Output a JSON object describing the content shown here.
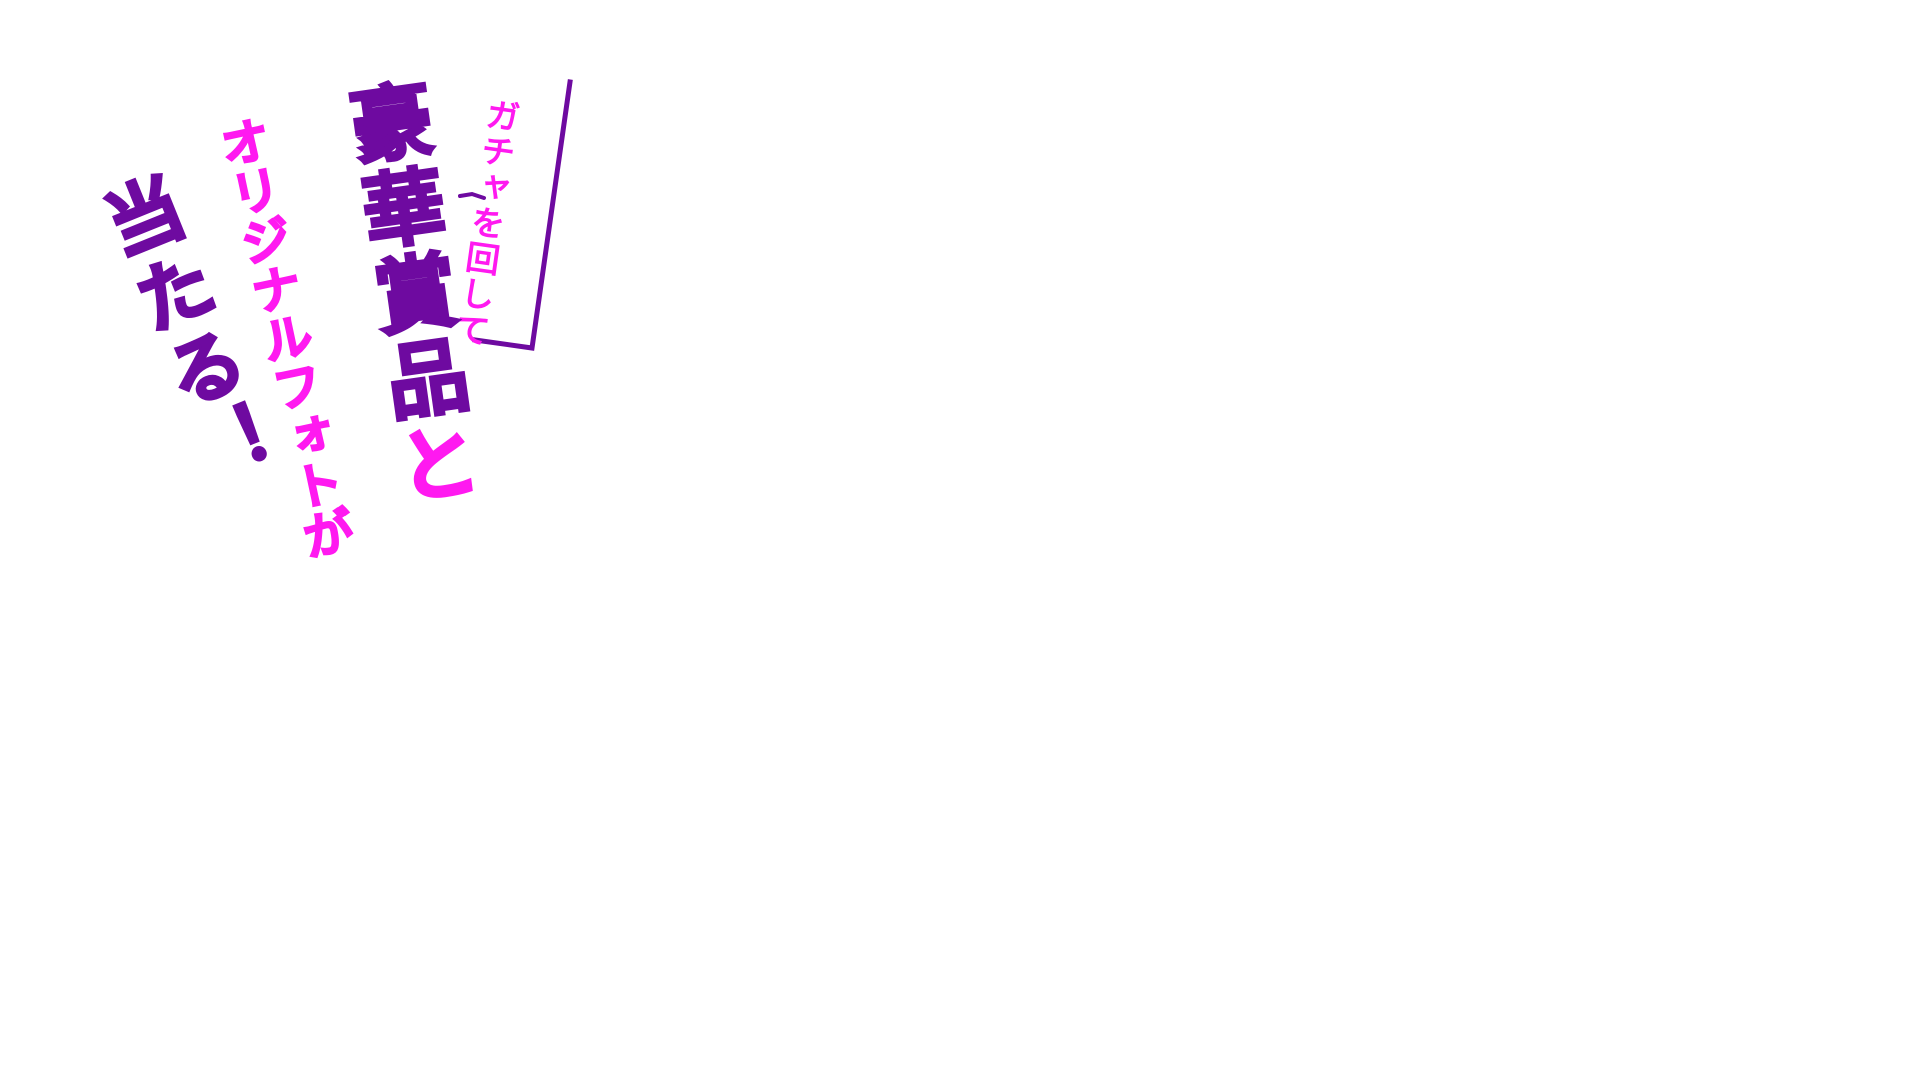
{
  "headline": {
    "line1": "ガチャを回して",
    "line2_main": "豪華賞品",
    "line2_particle": "と",
    "line3_main": "オリジナルフォト",
    "line3_particle": "が",
    "line4": "当たる！"
  },
  "colors": {
    "purple": "#6e0aa0",
    "magenta": "#ff19f0",
    "background": "#ffffff"
  }
}
